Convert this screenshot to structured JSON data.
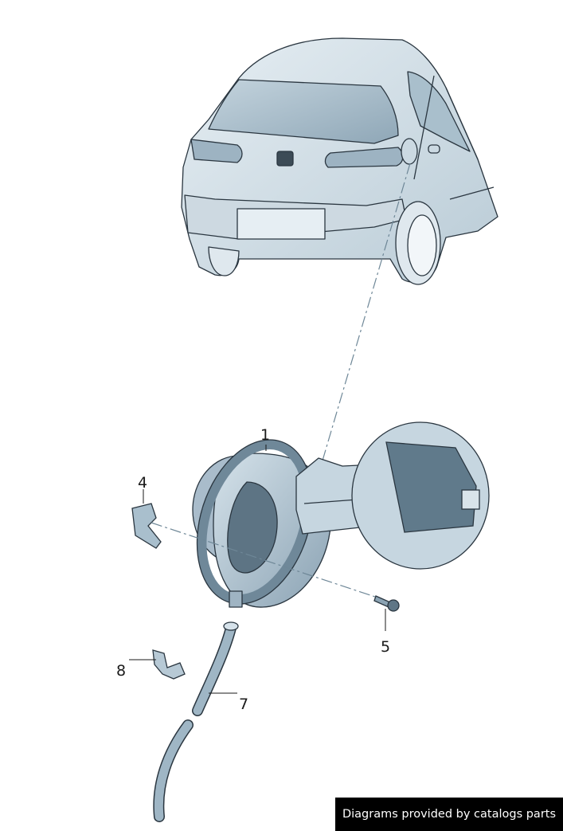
{
  "colors": {
    "part_fill": "#c9d8e2",
    "part_shade": "#7f98ab",
    "part_dark": "#4f6676",
    "outline": "#2a3640",
    "credit_bg": "#000000",
    "credit_text": "#ffffff"
  },
  "callouts": [
    {
      "id": "1",
      "label": "1"
    },
    {
      "id": "4",
      "label": "4"
    },
    {
      "id": "5",
      "label": "5"
    },
    {
      "id": "7",
      "label": "7"
    },
    {
      "id": "8",
      "label": "8"
    }
  ],
  "credit": {
    "text": "Diagrams provided by catalogs parts"
  }
}
